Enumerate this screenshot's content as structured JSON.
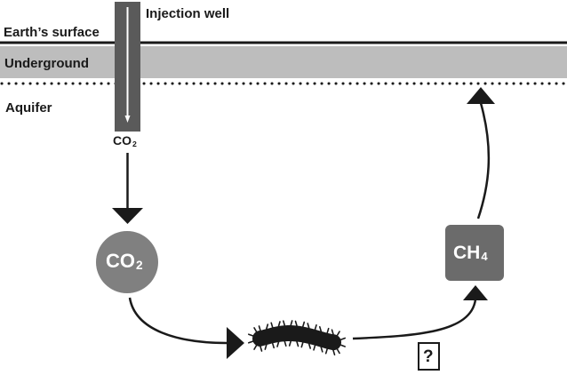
{
  "labels": {
    "injection_well": "Injection well",
    "earths_surface": "Earth’s surface",
    "underground": "Underground",
    "aquifer": "Aquifer"
  },
  "chemicals": {
    "well_output": {
      "base": "CO",
      "sub": "2"
    },
    "co2_node": {
      "base": "CO",
      "sub": "2"
    },
    "ch4_node": {
      "base": "CH",
      "sub": "4"
    }
  },
  "unknown_step": "?",
  "colors": {
    "surface_line": "#1a1a1a",
    "underground_band": "#bdbdbd",
    "well": "#5a5a5a",
    "co2_circle": "#808080",
    "ch4_box": "#6b6b6b",
    "arrow": "#1a1a1a",
    "microbe": "#1a1a1a",
    "node_text": "#ffffff"
  },
  "icons": {
    "microbe": "microbe-icon",
    "question_box": "question-box-icon"
  }
}
